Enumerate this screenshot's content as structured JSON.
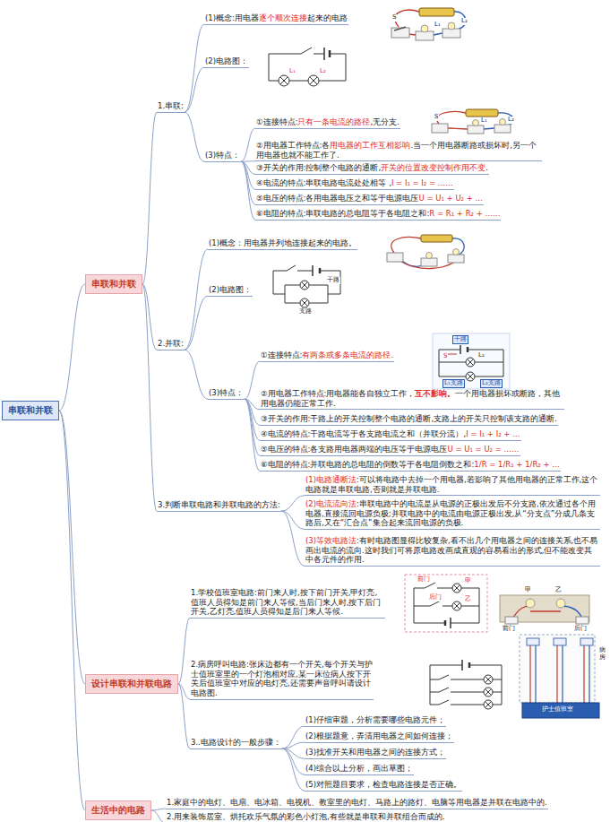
{
  "diagram": {
    "nodes": [
      {
        "text": [
          "串联和并联"
        ]
      },
      {
        "text": [
          "串联和并联"
        ]
      },
      {
        "text": [
          "1.串联:"
        ]
      },
      {
        "text": [
          "(1)概念:用电器逐个顺次连接起来的电路"
        ]
      },
      {
        "text": [
          "(2)电路图："
        ]
      },
      {
        "text": [
          "(3)特点："
        ]
      },
      {
        "text": [
          "①连接特点:只有一条电流的路径,无分支."
        ]
      },
      {
        "text": [
          "②用电器工作特点:各用电器的工作互相影响.当一个用电器断路或损坏时,另一个用电器也就不能工作了."
        ]
      },
      {
        "text": [
          "③开关的作用:控制整个电路的通断,开关的位置改变控制作用不变."
        ]
      },
      {
        "text": [
          "④电流的特点:串联电路电流处处相等 ,I = I₁ = I₂ = ……"
        ]
      },
      {
        "text": [
          "⑤电压的特点:各用电器电压之和等于电源电压U = U₁ + U₂ + …"
        ]
      },
      {
        "text": [
          "⑥电阻的特点:串联电路的总电阻等于各电阻之和:R = R₁ + R₂ + ……"
        ]
      },
      {
        "text": [
          "2.并联:"
        ]
      },
      {
        "text": [
          "(1)概念：用电器并列地连接起来的电路。"
        ]
      },
      {
        "text": [
          "(2)电路图："
        ]
      },
      {
        "text": [
          "(3)特点："
        ]
      },
      {
        "text": [
          "①连接特点:有两条或多条电流的路径."
        ]
      },
      {
        "text": [
          "②用电器工作特点:用电器能各自独立工作，互不影响。一个用电器损坏或断路，其他用电器仍能正常工作."
        ]
      },
      {
        "text": [
          "③开关的作用:干路上的开关控制整个电路的通断,支路上的开关只控制该支路的通断."
        ]
      },
      {
        "text": [
          "④电流的特点:干路电流等于各支路电流之和（并联分流）,I = I₁ + I₂ + …"
        ]
      },
      {
        "text": [
          "⑤电压的特点:各支路用电器两端的电压等于电源电压U = U₁ = U₂ = ……"
        ]
      },
      {
        "text": [
          "⑥电阻的特点:并联电路的总电阻的倒数等于各电阻倒数之和:1/R = 1/R₁ + 1/R₂ + …"
        ]
      },
      {
        "text": [
          "3.判断串联电路和并联电路的方法:"
        ]
      },
      {
        "text": [
          "(1)电路通断法:可以将电路中去掉一个用电器,若影响了其他用电器的正常工作,这个电路就是串联电路,否则就是并联电路."
        ]
      },
      {
        "text": [
          "(2)电流流向法:串联电路中的电流是从电源的正极出发后不分支路,依次通过各个用电器,直接流回电源负极;并联电路中的电流由电源正极出发,从“分支点”分成几条支路后,又在“汇合点”集合起来流回电源的负极."
        ]
      },
      {
        "text": [
          "(3)等效电路法:有时电路图显得比较复杂,看不出几个用电器之间的连接关系,也不易画出电流的流向.这时我们可将原电路改画成直观的容易看出的形式,但不能改变其中各元件的作用."
        ]
      },
      {
        "text": [
          "设计串联和并联电路"
        ]
      },
      {
        "text": [
          "1.学校值班室电路:前门来人时,按下前门开关,甲灯亮,值班人员得知是前门来人等候,当后门来人时,按下后门开关,乙灯亮,值班人员得知是后门来人等候."
        ]
      },
      {
        "text": [
          "2.病房呼叫电路:张床边都有一个开关,每个开关与护士值班室里的一个灯泡相对应,某一床位病人按下开关后值班室中对应的电灯亮,还需要声音呼叫请设计电路图."
        ]
      },
      {
        "text": [
          "3..电路设计的一般步骤："
        ]
      },
      {
        "text": [
          "(1)仔细审题，分析需要哪些电路元件；"
        ]
      },
      {
        "text": [
          "(2)根据题意，弄清用电器之间如何连接；"
        ]
      },
      {
        "text": [
          "(3)找准开关和用电器之间的连接方式；"
        ]
      },
      {
        "text": [
          "(4)综合以上分析，画出草图；"
        ]
      },
      {
        "text": [
          "(5)对照题目要求，检查电路连接是否正确。"
        ]
      },
      {
        "text": [
          "生活中的电路"
        ]
      },
      {
        "text": [
          "1.家庭中的电灯、电扇、电冰箱、电视机、教室里的电灯、马路上的路灯、电脑等用电器是并联在电路中的."
        ]
      },
      {
        "text": [
          "2.用来装饰居室、烘托欢乐气氛的彩色小灯泡,有些就是串联和并联组合而成的."
        ]
      }
    ],
    "edges": [
      {
        "from": 0,
        "to": 1,
        "arrow": "none"
      },
      {
        "from": 0,
        "to": 26,
        "arrow": "none"
      },
      {
        "from": 0,
        "to": 35,
        "arrow": "none"
      },
      {
        "from": 1,
        "to": 2,
        "arrow": "none"
      },
      {
        "from": 1,
        "to": 12,
        "arrow": "none"
      },
      {
        "from": 1,
        "to": 22,
        "arrow": "none"
      },
      {
        "from": 2,
        "to": 3,
        "arrow": "none"
      },
      {
        "from": 2,
        "to": 4,
        "arrow": "none"
      },
      {
        "from": 2,
        "to": 5,
        "arrow": "none"
      },
      {
        "from": 5,
        "to": 6,
        "arrow": "none"
      },
      {
        "from": 5,
        "to": 7,
        "arrow": "none"
      },
      {
        "from": 5,
        "to": 8,
        "arrow": "none"
      },
      {
        "from": 5,
        "to": 9,
        "arrow": "none"
      },
      {
        "from": 5,
        "to": 10,
        "arrow": "none"
      },
      {
        "from": 5,
        "to": 11,
        "arrow": "none"
      },
      {
        "from": 12,
        "to": 13,
        "arrow": "none"
      },
      {
        "from": 12,
        "to": 14,
        "arrow": "none"
      },
      {
        "from": 12,
        "to": 15,
        "arrow": "none"
      },
      {
        "from": 15,
        "to": 16,
        "arrow": "none"
      },
      {
        "from": 15,
        "to": 17,
        "arrow": "none"
      },
      {
        "from": 15,
        "to": 18,
        "arrow": "none"
      },
      {
        "from": 15,
        "to": 19,
        "arrow": "none"
      },
      {
        "from": 15,
        "to": 20,
        "arrow": "none"
      },
      {
        "from": 15,
        "to": 21,
        "arrow": "none"
      },
      {
        "from": 22,
        "to": 23,
        "arrow": "none"
      },
      {
        "from": 22,
        "to": 24,
        "arrow": "none"
      },
      {
        "from": 22,
        "to": 25,
        "arrow": "none"
      },
      {
        "from": 26,
        "to": 27,
        "arrow": "none"
      },
      {
        "from": 26,
        "to": 28,
        "arrow": "none"
      },
      {
        "from": 26,
        "to": 29,
        "arrow": "none"
      },
      {
        "from": 29,
        "to": 30,
        "arrow": "none"
      },
      {
        "from": 29,
        "to": 31,
        "arrow": "none"
      },
      {
        "from": 29,
        "to": 32,
        "arrow": "none"
      },
      {
        "from": 29,
        "to": 33,
        "arrow": "none"
      },
      {
        "from": 29,
        "to": 34,
        "arrow": "none"
      },
      {
        "from": 35,
        "to": 36,
        "arrow": "none"
      },
      {
        "from": 35,
        "to": 37,
        "arrow": "none"
      }
    ],
    "labels": [
      "S",
      "L₁",
      "L₂",
      "L₁",
      "L₂",
      "S",
      "L₁",
      "L₂",
      "干路",
      "支路",
      "干路",
      "S",
      "L₂",
      "L₁支路",
      "L₂支路",
      "前门",
      "甲",
      "后门",
      "乙",
      "甲",
      "乙",
      "前门",
      "后门",
      "病房",
      "护士值班室"
    ]
  }
}
